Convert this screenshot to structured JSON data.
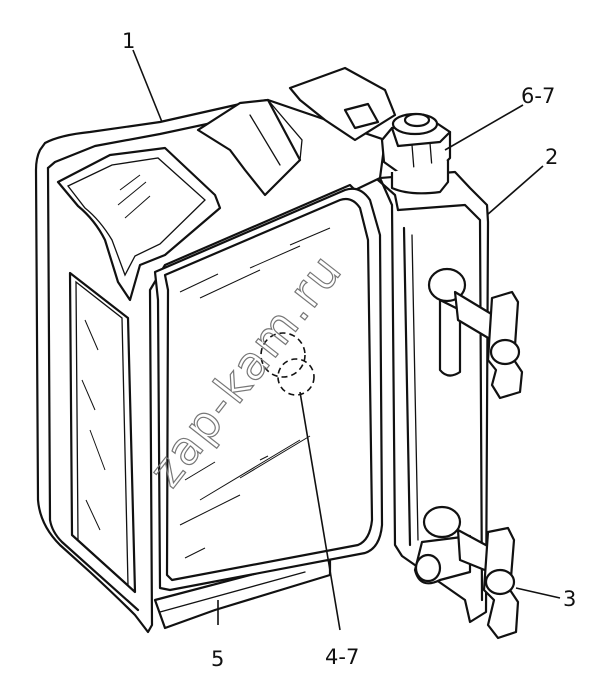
{
  "callouts": {
    "c1": "1",
    "c2": "2",
    "c3": "3",
    "c5": "5",
    "c47": "4-7",
    "c67": "6-7"
  },
  "watermark": "zap-kam.ru"
}
